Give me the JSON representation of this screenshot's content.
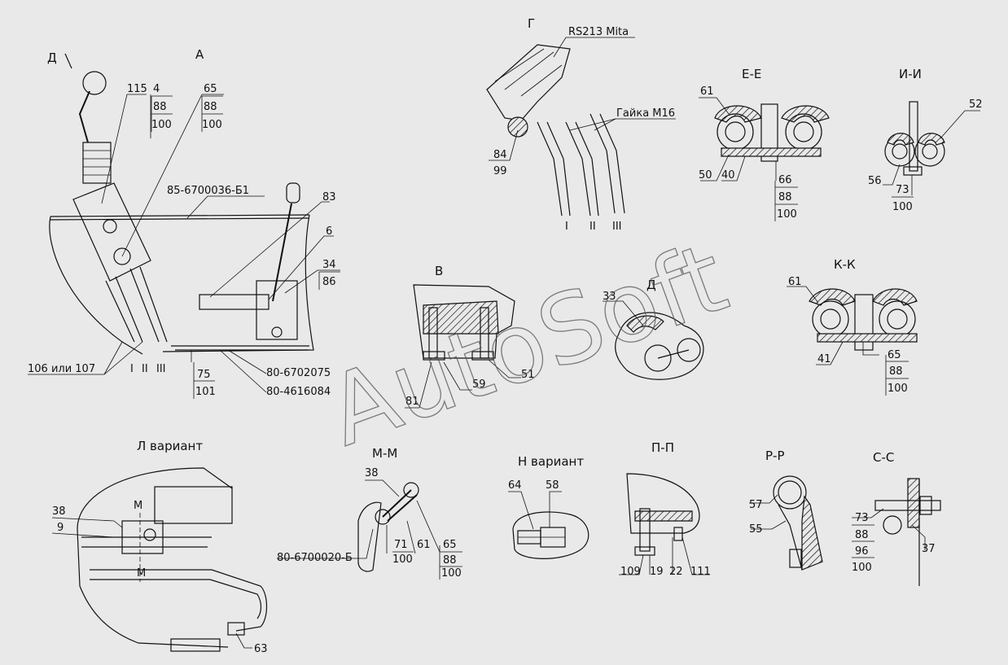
{
  "watermark": "AutoSoft",
  "views": {
    "A": {
      "title": "А",
      "arrow_label": "Д",
      "labels": [
        "115",
        "4",
        "88",
        "100",
        "65",
        "88",
        "100",
        "85-6700036-Б1",
        "83",
        "6",
        "34",
        "86",
        "106 или 107",
        "I",
        "II",
        "III",
        "75",
        "101",
        "80-6702075",
        "80-4616084"
      ]
    },
    "G": {
      "title": "Г",
      "labels": [
        "RS213 Mita",
        "Гайка М16",
        "84",
        "99",
        "I",
        "II",
        "III"
      ]
    },
    "EE": {
      "title": "Е-Е",
      "labels": [
        "61",
        "50",
        "40",
        "66",
        "88",
        "100"
      ]
    },
    "II": {
      "title": "И-И",
      "labels": [
        "52",
        "56",
        "73",
        "100"
      ]
    },
    "V": {
      "title": "В",
      "labels": [
        "81",
        "59",
        "51"
      ]
    },
    "D": {
      "title": "Д",
      "labels": [
        "33"
      ]
    },
    "KK": {
      "title": "К-К",
      "labels": [
        "61",
        "41",
        "65",
        "88",
        "100"
      ]
    },
    "L": {
      "title": "Л вариант",
      "labels": [
        "38",
        "9",
        "63",
        "М",
        "М"
      ]
    },
    "MM": {
      "title": "М-М",
      "labels": [
        "38",
        "80-6700020-Б",
        "71",
        "61",
        "65",
        "88",
        "100",
        "100"
      ]
    },
    "N": {
      "title": "Н вариант",
      "labels": [
        "64",
        "58"
      ]
    },
    "PP": {
      "title": "П-П",
      "labels": [
        "109",
        "19",
        "22",
        "111"
      ]
    },
    "RR": {
      "title": "Р-Р",
      "labels": [
        "57",
        "55"
      ]
    },
    "SS": {
      "title": "С-С",
      "labels": [
        "73",
        "88",
        "96",
        "100",
        "37"
      ]
    }
  }
}
